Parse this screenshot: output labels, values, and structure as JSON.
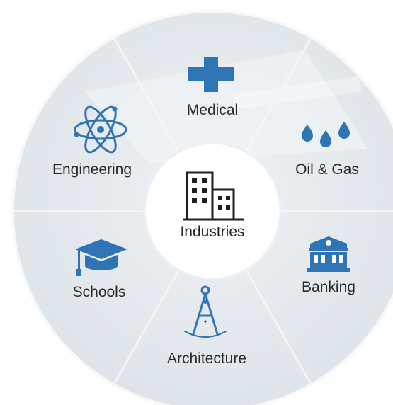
{
  "hub": {
    "label": "Industries",
    "icon": "office-buildings-icon"
  },
  "segments": [
    {
      "id": "medical",
      "label": "Medical",
      "icon": "medical-cross-icon"
    },
    {
      "id": "oil-gas",
      "label": "Oil & Gas",
      "icon": "oil-drops-icon"
    },
    {
      "id": "banking",
      "label": "Banking",
      "icon": "bank-building-icon"
    },
    {
      "id": "architecture",
      "label": "Architecture",
      "icon": "drafting-compass-icon"
    },
    {
      "id": "schools",
      "label": "Schools",
      "icon": "graduation-cap-icon"
    },
    {
      "id": "engineering",
      "label": "Engineering",
      "icon": "atom-icon"
    }
  ],
  "colors": {
    "icon": "#2f74b5",
    "ring": "#e7ebef",
    "hub": "#ffffff",
    "divider": "#f3f5f7"
  }
}
